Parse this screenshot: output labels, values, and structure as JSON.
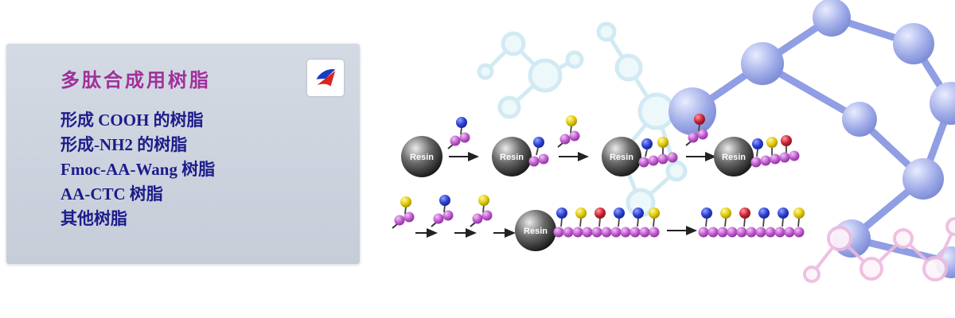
{
  "panel": {
    "title": "多肽合成用树脂",
    "title_color": "#a0309b",
    "link_color": "#1c1c8a",
    "items": [
      "形成 COOH 的树脂",
      "形成-NH2 的树脂",
      "Fmoc-AA-Wang 树脂",
      "AA-CTC  树脂",
      "其他树脂"
    ]
  },
  "illustration": {
    "resin_label": "Resin",
    "colors": {
      "bead": "#b84fc8",
      "ball_blue": "#2a3fd0",
      "ball_yellow": "#e0c800",
      "ball_red": "#cc2030",
      "molecule_blue": "#8b99e2",
      "molecule_cyan": "#c9e7f2",
      "molecule_pink": "#eebade",
      "resin_sphere": "#1a1a1a"
    }
  }
}
